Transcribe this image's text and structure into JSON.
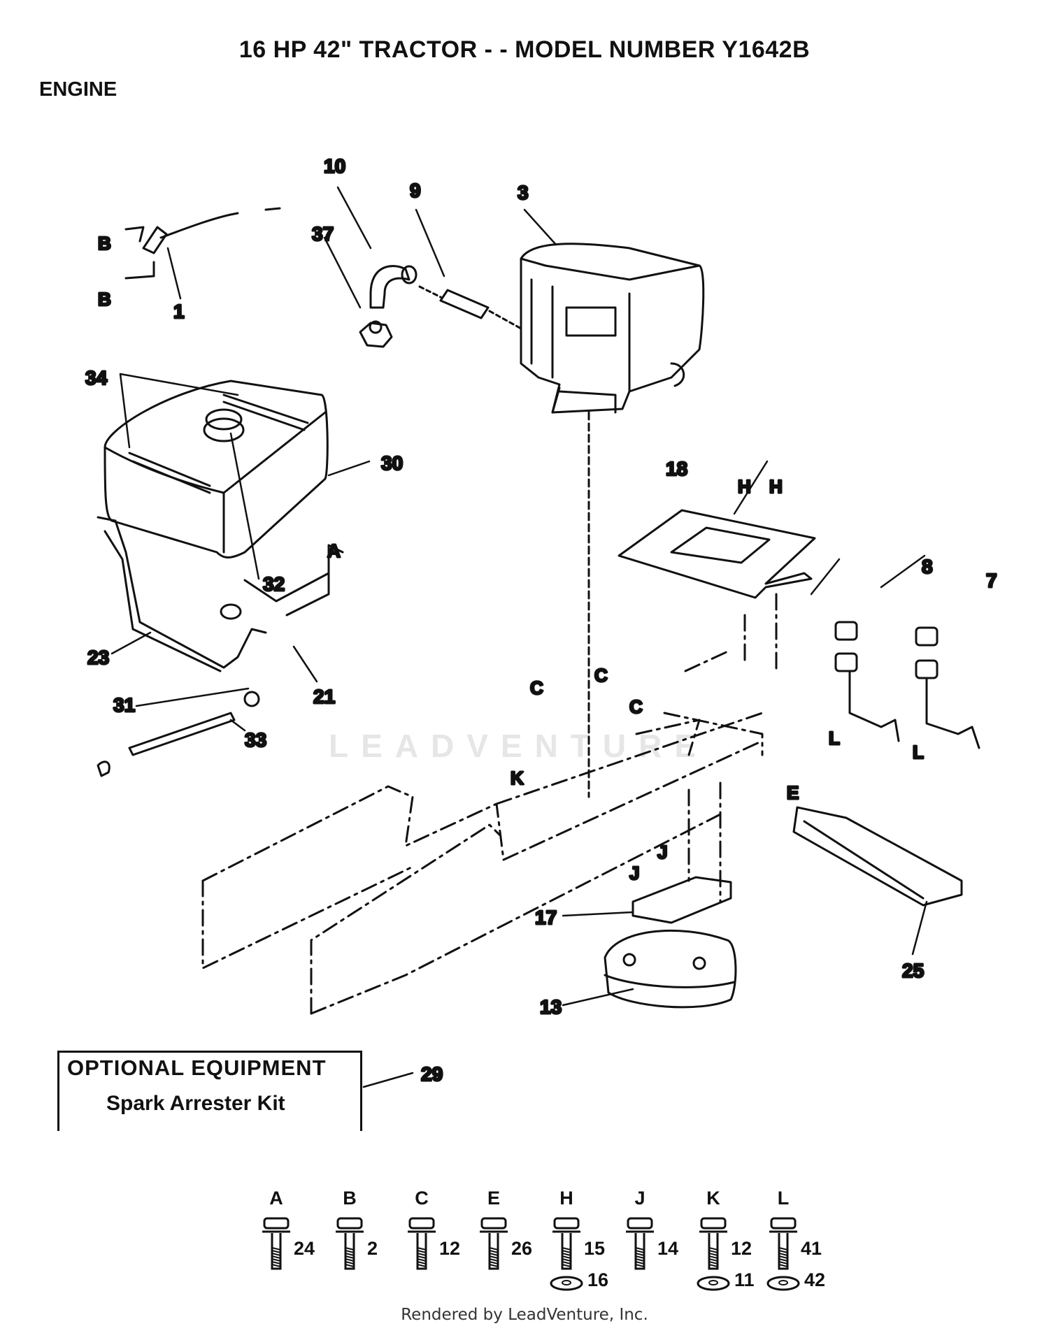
{
  "header": {
    "title": "16 HP 42\" TRACTOR - - MODEL NUMBER Y1642B",
    "section": "ENGINE"
  },
  "watermark": "LEADVENTURE",
  "callouts": {
    "c1": "1",
    "c3": "3",
    "c7": "7",
    "c8": "8",
    "c9": "9",
    "c10": "10",
    "c13": "13",
    "c17": "17",
    "c18": "18",
    "c21": "21",
    "c23": "23",
    "c25": "25",
    "c29": "29",
    "c30": "30",
    "c31": "31",
    "c32": "32",
    "c33": "33",
    "c34": "34",
    "c37": "37"
  },
  "fastener_tags": {
    "A": "A",
    "B": "B",
    "C": "C",
    "E": "E",
    "H": "H",
    "J": "J",
    "K": "K",
    "L": "L"
  },
  "optional_equipment": {
    "heading": "OPTIONAL EQUIPMENT",
    "item": "Spark Arrester Kit"
  },
  "hardware_legend": [
    {
      "letter": "A",
      "part": "24"
    },
    {
      "letter": "B",
      "part": "2"
    },
    {
      "letter": "C",
      "part": "12"
    },
    {
      "letter": "E",
      "part": "26"
    },
    {
      "letter": "H",
      "part": "15",
      "washer": "16"
    },
    {
      "letter": "J",
      "part": "14"
    },
    {
      "letter": "K",
      "part": "12",
      "washer": "11"
    },
    {
      "letter": "L",
      "part": "41",
      "washer": "42"
    }
  ],
  "footer": "Rendered by LeadVenture, Inc."
}
